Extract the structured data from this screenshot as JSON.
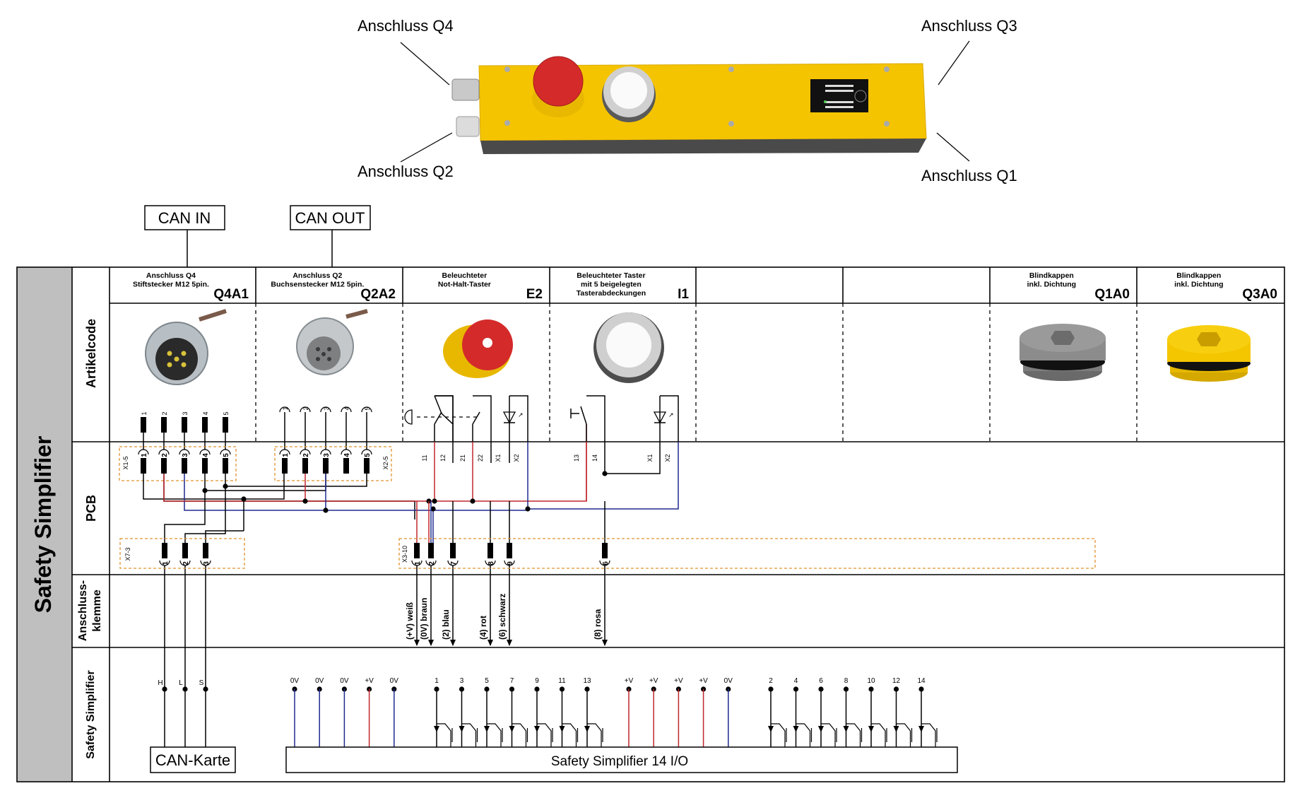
{
  "device": {
    "callouts": {
      "q4": "Anschluss Q4",
      "q3": "Anschluss Q3",
      "q2": "Anschluss Q2",
      "q1": "Anschluss Q1"
    },
    "colors": {
      "housing": "#f5c400",
      "estop": "#d42a2a",
      "button": "#e8e8e8",
      "base": "#4a4a4a"
    }
  },
  "top_boxes": {
    "can_in": "CAN IN",
    "can_out": "CAN OUT"
  },
  "side": {
    "main_label": "Safety Simplifier",
    "rows": {
      "artikelcode": "Artikelcode",
      "pcb": "PCB",
      "klemme_1": "Anschluss-",
      "klemme_2": "klemme",
      "simplifier": "Safety Simplifier"
    },
    "bg_color": "#bfbfbf"
  },
  "columns": [
    {
      "desc": [
        "Anschluss Q4",
        "Stiftstecker M12 5pin."
      ],
      "code": "Q4A1"
    },
    {
      "desc": [
        "Anschluss Q2",
        "Buchsenstecker M12 5pin."
      ],
      "code": "Q2A2"
    },
    {
      "desc": [
        "Beleuchteter",
        "Not-Halt-Taster"
      ],
      "code": "E2"
    },
    {
      "desc": [
        "Beleuchteter Taster",
        "mit 5 beigelegten",
        "Tasterabdeckungen"
      ],
      "code": "I1"
    },
    {
      "desc": [],
      "code": ""
    },
    {
      "desc": [],
      "code": ""
    },
    {
      "desc": [
        "Blindkappen",
        "inkl. Dichtung"
      ],
      "code": "Q1A0"
    },
    {
      "desc": [
        "Blindkappen",
        "inkl. Dichtung"
      ],
      "code": "Q3A0"
    }
  ],
  "connector_pins": [
    "1",
    "2",
    "3",
    "4",
    "5"
  ],
  "pcb": {
    "x1_label": "X1-5",
    "x2_label": "X2-5",
    "x7_label": "X7-3",
    "x3_label": "X3-10",
    "x7_pins": [
      "1",
      "2",
      "3"
    ],
    "x3_pins": [
      "1",
      "2",
      "7",
      "8",
      "9",
      "6"
    ],
    "e2_contacts": [
      "11",
      "12",
      "21",
      "22",
      "X1",
      "X2"
    ],
    "i1_contacts": [
      "13",
      "14",
      "X1",
      "X2"
    ]
  },
  "terminal_wires": [
    "(+V) weiß",
    "(0V) braun",
    "(2) blau",
    "(4) rot",
    "(6) schwarz",
    "(8) rosa"
  ],
  "can_card": {
    "label": "CAN-Karte",
    "pins": [
      "H",
      "L",
      "S"
    ]
  },
  "simplifier_io": {
    "label": "Safety Simplifier 14 I/O",
    "power_left": [
      "0V",
      "0V",
      "0V",
      "+V",
      "0V"
    ],
    "odd_io": [
      "1",
      "3",
      "5",
      "7",
      "9",
      "11",
      "13"
    ],
    "power_right": [
      "+V",
      "+V",
      "+V",
      "+V",
      "0V"
    ],
    "even_io": [
      "2",
      "4",
      "6",
      "8",
      "10",
      "12",
      "14"
    ]
  },
  "wire_colors": {
    "plus_v": "#c0272d",
    "zero_v": "#1f2a8f"
  }
}
